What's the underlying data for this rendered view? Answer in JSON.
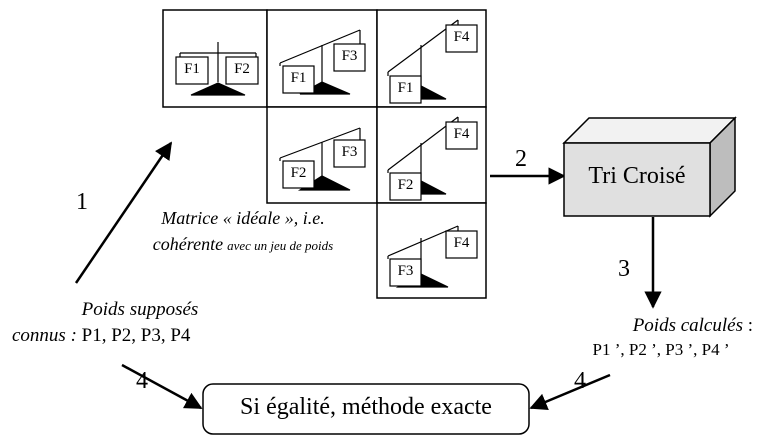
{
  "matrix": {
    "caption_line1": "Matrice « idéale », i.e.",
    "caption_line2_main": "cohérente",
    "caption_line2_small": "avec un jeu de poids",
    "cells": [
      {
        "left": "F1",
        "right": "F2"
      },
      {
        "left": "F1",
        "right": "F3"
      },
      {
        "left": "F1",
        "right": "F4"
      },
      {
        "left": "F2",
        "right": "F3"
      },
      {
        "left": "F2",
        "right": "F4"
      },
      {
        "left": "F3",
        "right": "F4"
      }
    ]
  },
  "steps": {
    "s1": "1",
    "s2": "2",
    "s3": "3",
    "s4a": "4",
    "s4b": "4"
  },
  "known_weights": {
    "line1": "Poids supposés",
    "line2_italic": "connus :",
    "line2_values": "P1, P2, P3, P4"
  },
  "cross_sort": {
    "label": "Tri Croisé"
  },
  "computed_weights": {
    "line1_italic": "Poids calculés",
    "line1_colon": " :",
    "line2": "P1 ’, P2 ’, P3 ’, P4 ’"
  },
  "result": {
    "label": "Si égalité, méthode exacte"
  }
}
